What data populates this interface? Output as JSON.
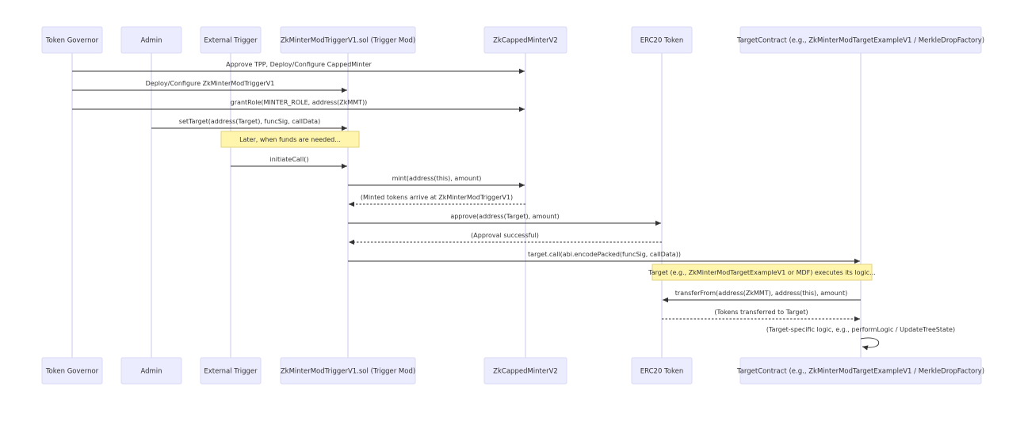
{
  "participants": [
    {
      "id": "gov",
      "label": "Token Governor"
    },
    {
      "id": "admin",
      "label": "Admin"
    },
    {
      "id": "ext",
      "label": "External Trigger"
    },
    {
      "id": "zkmmt",
      "label": "ZkMinterModTriggerV1.sol (Trigger Mod)"
    },
    {
      "id": "capped",
      "label": "ZkCappedMinterV2"
    },
    {
      "id": "erc20",
      "label": "ERC20 Token"
    },
    {
      "id": "target",
      "label": "TargetContract (e.g., ZkMinterModTargetExampleV1 / MerkleDropFactory)"
    }
  ],
  "steps": [
    {
      "kind": "message",
      "from": "gov",
      "to": "capped",
      "style": "solid",
      "label": "Approve TPP, Deploy/Configure CappedMinter"
    },
    {
      "kind": "message",
      "from": "gov",
      "to": "zkmmt",
      "style": "solid",
      "label": "Deploy/Configure ZkMinterModTriggerV1"
    },
    {
      "kind": "message",
      "from": "gov",
      "to": "capped",
      "style": "solid",
      "label": "grantRole(MINTER_ROLE, address(ZkMMT))"
    },
    {
      "kind": "message",
      "from": "admin",
      "to": "zkmmt",
      "style": "solid",
      "label": "setTarget(address(Target), funcSig, callData)"
    },
    {
      "kind": "note",
      "over": [
        "ext",
        "zkmmt"
      ],
      "label": "Later, when funds are needed..."
    },
    {
      "kind": "message",
      "from": "ext",
      "to": "zkmmt",
      "style": "solid",
      "label": "initiateCall()"
    },
    {
      "kind": "message",
      "from": "zkmmt",
      "to": "capped",
      "style": "solid",
      "label": "mint(address(this), amount)"
    },
    {
      "kind": "message",
      "from": "capped",
      "to": "zkmmt",
      "style": "dotted",
      "label": "(Minted tokens arrive at ZkMinterModTriggerV1)"
    },
    {
      "kind": "message",
      "from": "zkmmt",
      "to": "erc20",
      "style": "solid",
      "label": "approve(address(Target), amount)"
    },
    {
      "kind": "message",
      "from": "erc20",
      "to": "zkmmt",
      "style": "dotted",
      "label": "(Approval successful)"
    },
    {
      "kind": "message",
      "from": "zkmmt",
      "to": "target",
      "style": "solid",
      "label": "target.call(abi.encodePacked(funcSig, callData))"
    },
    {
      "kind": "note",
      "over": [
        "erc20",
        "target"
      ],
      "label": "Target (e.g., ZkMinterModTargetExampleV1 or MDF) executes its logic..."
    },
    {
      "kind": "message",
      "from": "target",
      "to": "erc20",
      "style": "solid",
      "label": "transferFrom(address(ZkMMT), address(this), amount)"
    },
    {
      "kind": "message",
      "from": "erc20",
      "to": "target",
      "style": "dotted",
      "label": "(Tokens transferred to Target)"
    },
    {
      "kind": "message",
      "from": "target",
      "to": "target",
      "style": "solid",
      "label": "(Target-specific logic, e.g., performLogic / UpdateTreeState)"
    }
  ],
  "colors": {
    "actor_fill": "#ECECFF",
    "actor_border": "#d8d8f4",
    "lifeline": "#c9c9e8",
    "note_fill": "#fff5ad",
    "note_border": "#e6d280",
    "text": "#333333"
  }
}
